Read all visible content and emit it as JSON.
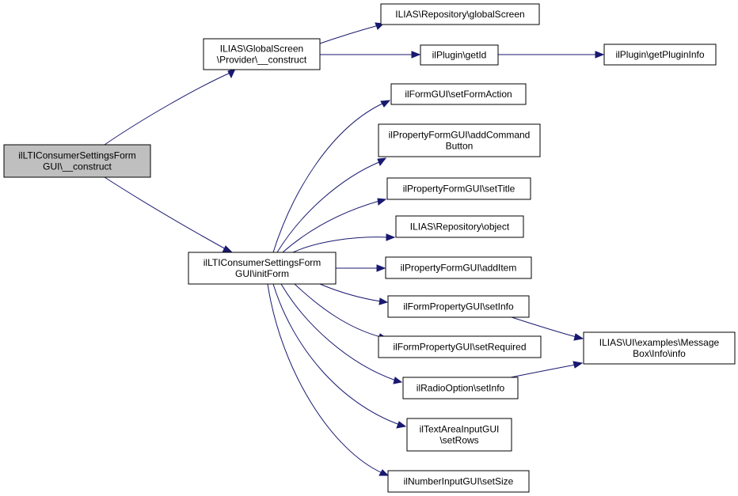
{
  "diagram": {
    "nodes": [
      {
        "id": "root",
        "lines": [
          "ilLTIConsumerSettingsForm",
          "GUI\\__construct"
        ],
        "highlight": true
      },
      {
        "id": "provider_construct",
        "lines": [
          "ILIAS\\GlobalScreen",
          "\\Provider\\__construct"
        ]
      },
      {
        "id": "global_screen",
        "lines": [
          "ILIAS\\Repository\\globalScreen"
        ]
      },
      {
        "id": "plugin_getid",
        "lines": [
          "ilPlugin\\getId"
        ]
      },
      {
        "id": "plugin_getplugininfo",
        "lines": [
          "ilPlugin\\getPluginInfo"
        ]
      },
      {
        "id": "initform",
        "lines": [
          "ilLTIConsumerSettingsForm",
          "GUI\\initForm"
        ]
      },
      {
        "id": "setformaction",
        "lines": [
          "ilFormGUI\\setFormAction"
        ]
      },
      {
        "id": "addcommandbutton",
        "lines": [
          "ilPropertyFormGUI\\addCommand",
          "Button"
        ]
      },
      {
        "id": "settitle",
        "lines": [
          "ilPropertyFormGUI\\setTitle"
        ]
      },
      {
        "id": "repo_object",
        "lines": [
          "ILIAS\\Repository\\object"
        ]
      },
      {
        "id": "additem",
        "lines": [
          "ilPropertyFormGUI\\addItem"
        ]
      },
      {
        "id": "prop_setinfo",
        "lines": [
          "ilFormPropertyGUI\\setInfo"
        ]
      },
      {
        "id": "setrequired",
        "lines": [
          "ilFormPropertyGUI\\setRequired"
        ]
      },
      {
        "id": "radio_setinfo",
        "lines": [
          "ilRadioOption\\setInfo"
        ]
      },
      {
        "id": "textarea_setrows",
        "lines": [
          "ilTextAreaInputGUI",
          "\\setRows"
        ]
      },
      {
        "id": "number_setsize",
        "lines": [
          "ilNumberInputGUI\\setSize"
        ]
      },
      {
        "id": "messagebox_info",
        "lines": [
          "ILIAS\\UI\\examples\\Message",
          "Box\\Info\\info"
        ]
      }
    ],
    "edges": [
      {
        "from": "root",
        "to": "provider_construct"
      },
      {
        "from": "root",
        "to": "initform"
      },
      {
        "from": "provider_construct",
        "to": "global_screen"
      },
      {
        "from": "provider_construct",
        "to": "plugin_getid"
      },
      {
        "from": "plugin_getid",
        "to": "plugin_getplugininfo"
      },
      {
        "from": "initform",
        "to": "setformaction"
      },
      {
        "from": "initform",
        "to": "addcommandbutton"
      },
      {
        "from": "initform",
        "to": "settitle"
      },
      {
        "from": "initform",
        "to": "repo_object"
      },
      {
        "from": "initform",
        "to": "additem"
      },
      {
        "from": "initform",
        "to": "prop_setinfo"
      },
      {
        "from": "initform",
        "to": "setrequired"
      },
      {
        "from": "initform",
        "to": "radio_setinfo"
      },
      {
        "from": "initform",
        "to": "textarea_setrows"
      },
      {
        "from": "initform",
        "to": "number_setsize"
      },
      {
        "from": "prop_setinfo",
        "to": "messagebox_info"
      },
      {
        "from": "radio_setinfo",
        "to": "messagebox_info"
      }
    ],
    "colors": {
      "edge": "#191970",
      "node_border": "#000000",
      "node_fill": "#ffffff",
      "highlight_fill": "#bfbfbf"
    }
  }
}
